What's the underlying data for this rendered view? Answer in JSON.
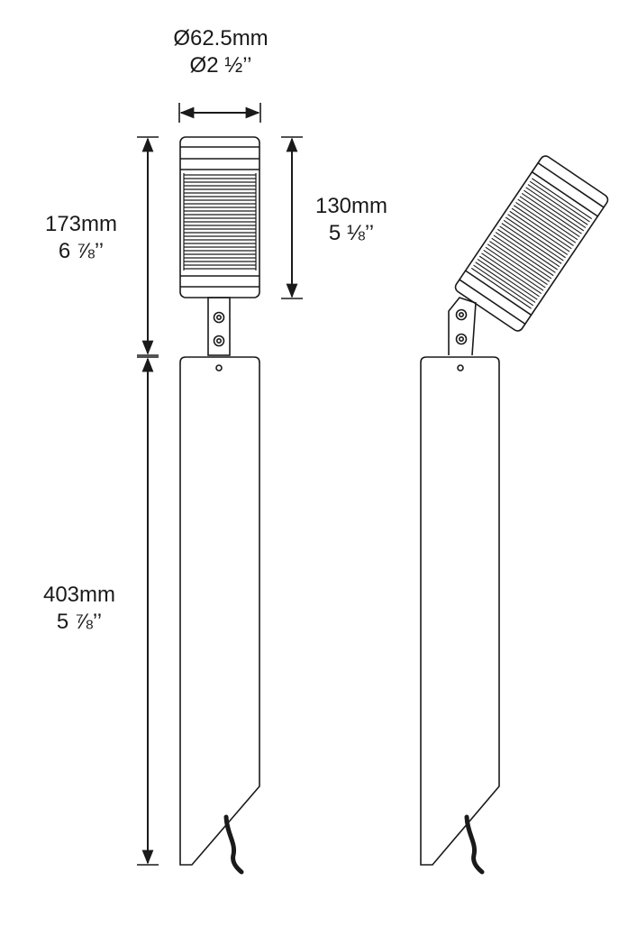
{
  "diagram": {
    "type": "technical-dimension-drawing",
    "subject": "Spike-mounted adjustable spotlight luminaire (front and tilted side view)",
    "line_color": "#1a1a1a",
    "background": "#ffffff"
  },
  "dimensions": {
    "diameter": {
      "metric": "Ø62.5mm",
      "imperial": "Ø2 ½’’"
    },
    "head_height_total": {
      "metric": "173mm",
      "imperial": "6 ⅞’’"
    },
    "head_body": {
      "metric": "130mm",
      "imperial": "5 ⅛’’"
    },
    "spike_length": {
      "metric": "403mm",
      "imperial": "5 ⅞’’"
    }
  },
  "views": [
    {
      "name": "front-view",
      "head": "upright"
    },
    {
      "name": "side-view",
      "head": "tilted"
    }
  ]
}
